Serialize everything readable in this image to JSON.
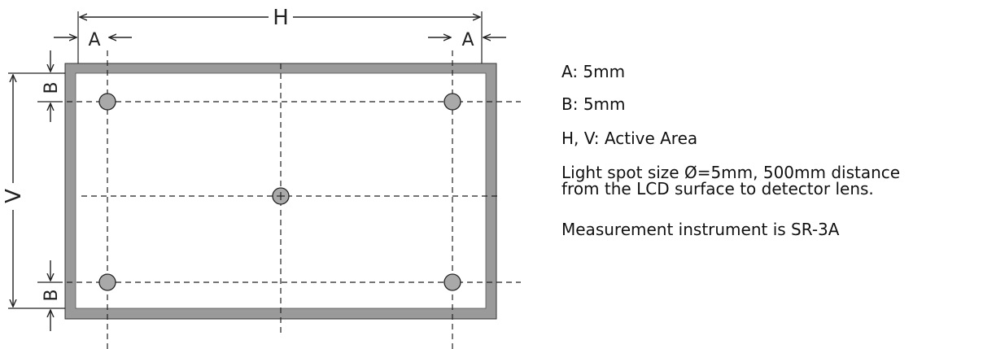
{
  "diagram": {
    "labels": {
      "h": "H",
      "v": "V",
      "a_left": "A",
      "a_right": "A",
      "b_top": "B",
      "b_bottom": "B"
    }
  },
  "notes": [
    "A: 5mm",
    "B: 5mm",
    "H, V: Active Area",
    "Light spot size Ø=5mm, 500mm distance",
    "from the LCD surface to detector lens.",
    "Measurement instrument is SR-3A"
  ],
  "colors": {
    "frame": "#9a9a9a",
    "line": "#222222",
    "spot": "#a9a9a9"
  }
}
